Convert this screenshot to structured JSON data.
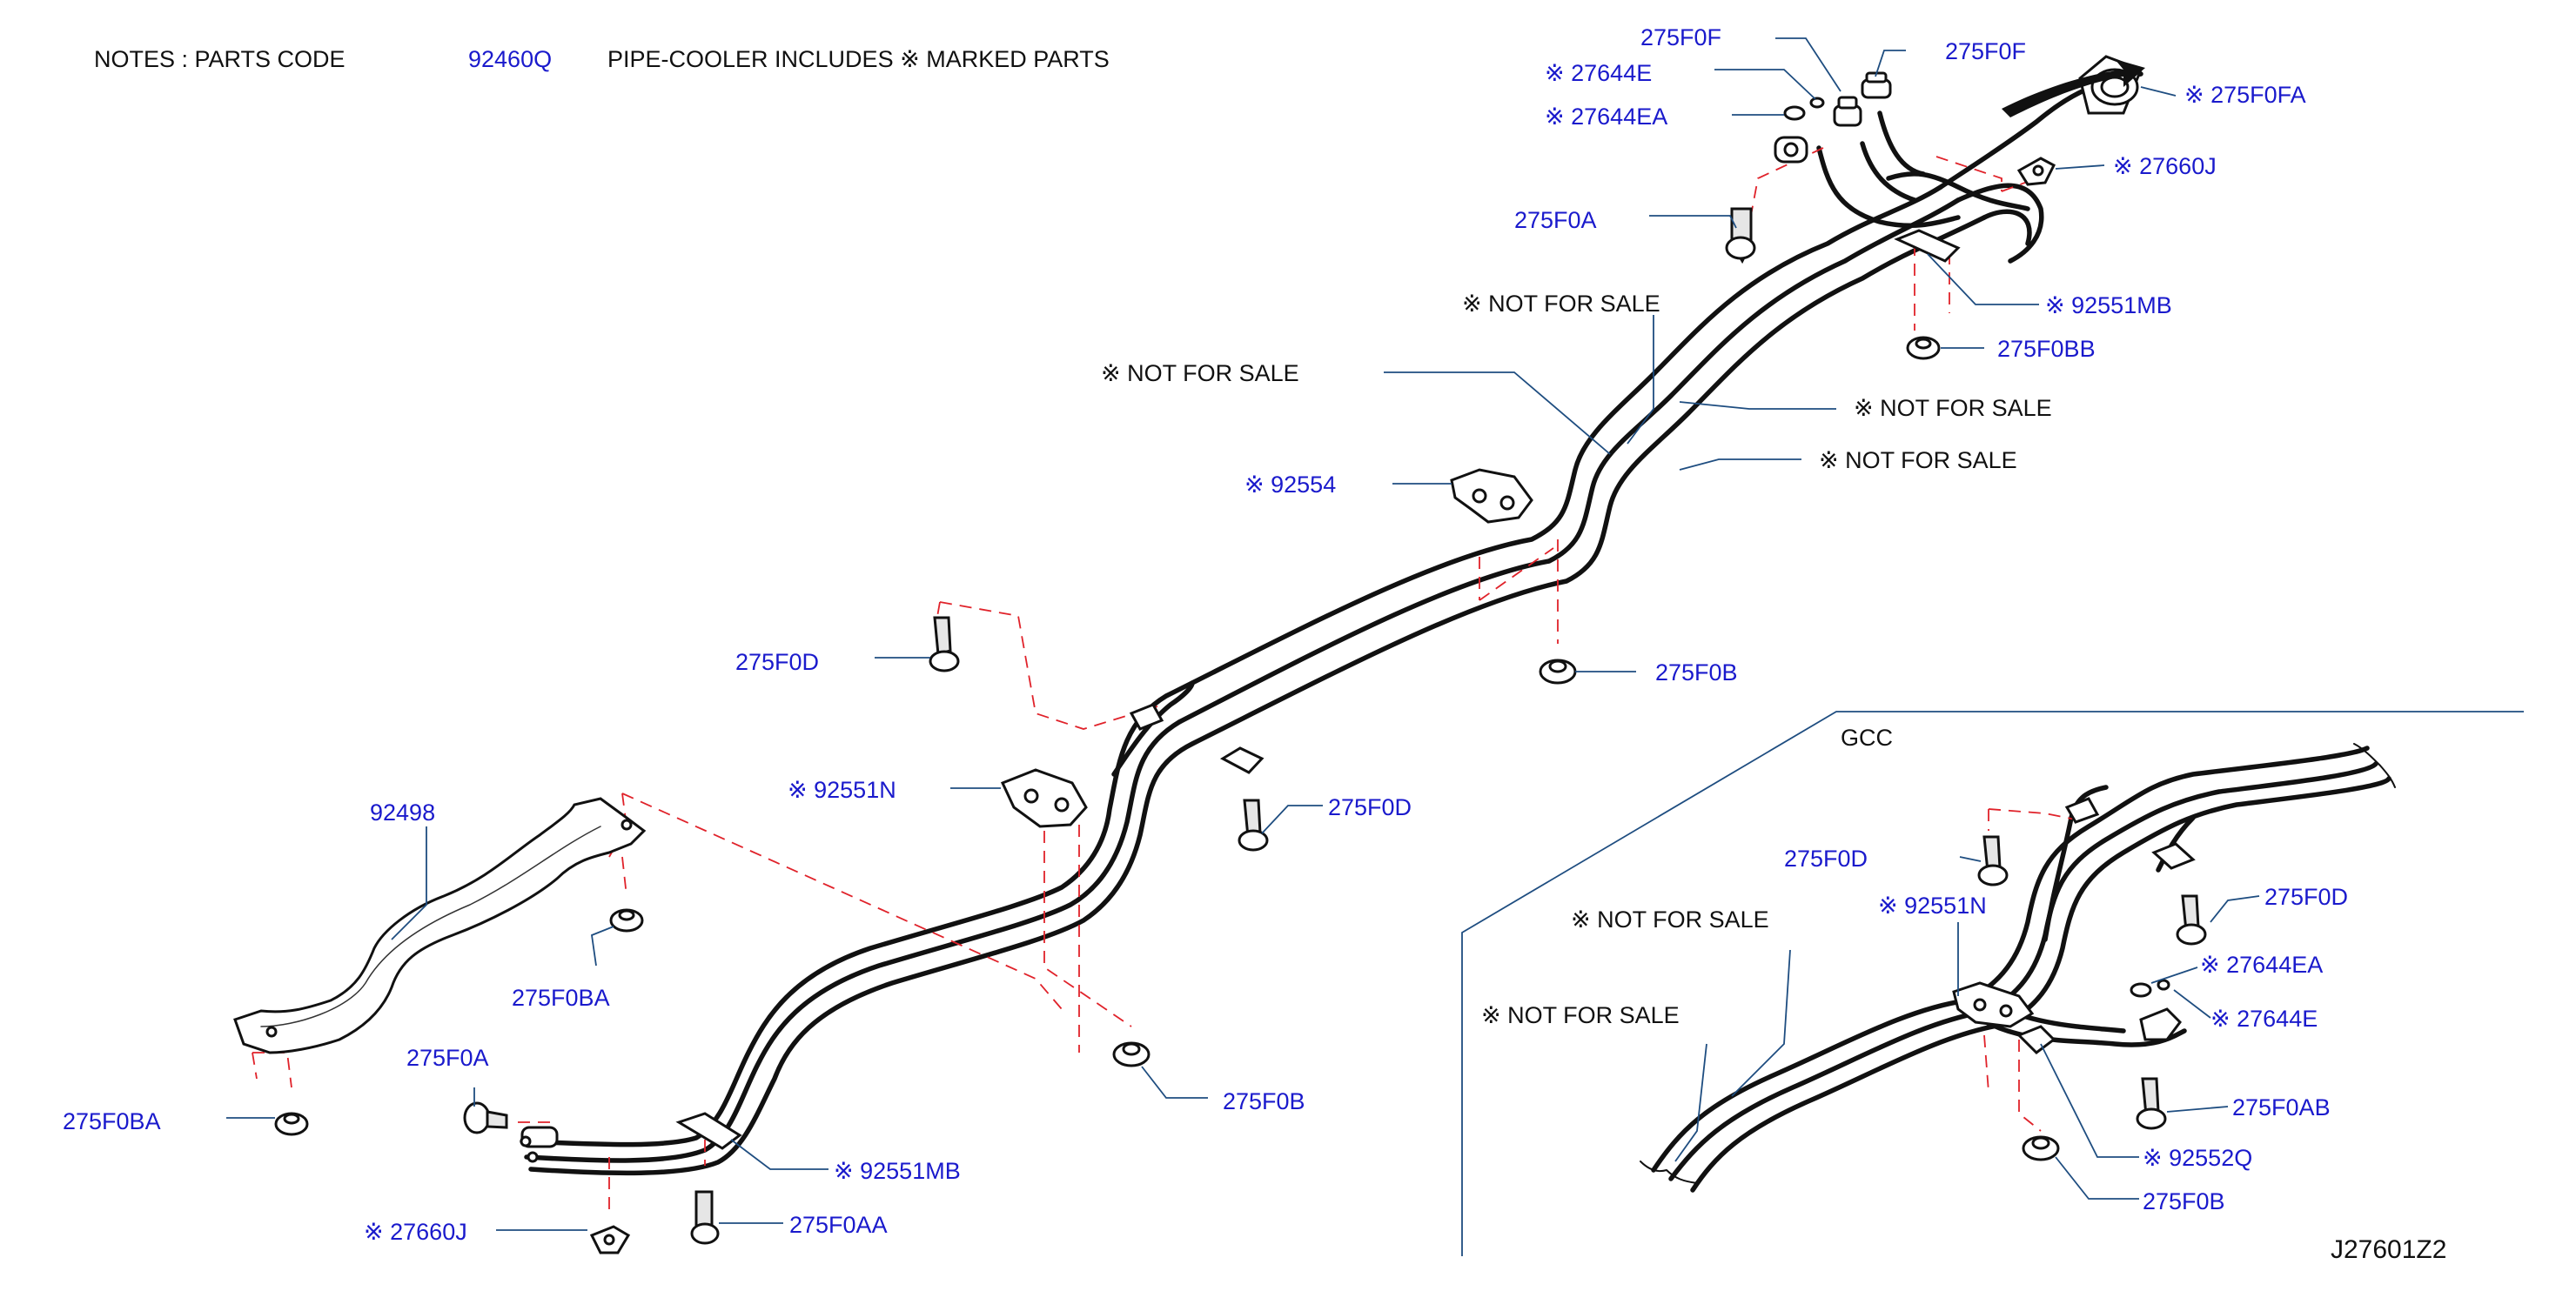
{
  "notes": {
    "prefix": "NOTES  :  PARTS  CODE",
    "code": "92460Q",
    "suffix": "PIPE-COOLER  INCLUDES  ※ MARKED  PARTS"
  },
  "labels": {
    "p275f0f_a": "275F0F",
    "p275f0f_b": "275F0F",
    "p27644e": "※  27644E",
    "p27644ea": "※  27644EA",
    "p275f0fa": "※  275F0FA",
    "p27660j_top": "※  27660J",
    "p275f0a_top": "275F0A",
    "nfs_1": "※  NOT   FOR   SALE",
    "nfs_2": "※  NOT   FOR   SALE",
    "nfs_3": "※  NOT   FOR   SALE",
    "nfs_4": "※  NOT   FOR   SALE",
    "p92551mb_top": "※  92551MB",
    "p275f0bb": "275F0BB",
    "p92554": "※  92554",
    "p275f0d_1": "275F0D",
    "p275f0b_1": "275F0B",
    "p275f0d_2": "275F0D",
    "p92551n": "※  92551N",
    "p92498": "92498",
    "p275f0ba_1": "275F0BA",
    "p275f0a_bot": "275F0A",
    "p275f0ba_2": "275F0BA",
    "p275f0b_2": "275F0B",
    "p92551mb_bot": "※  92551MB",
    "p27660j_bot": "※  27660J",
    "p275f0aa": "275F0AA",
    "gcc_title": "GCC",
    "gcc_275f0d_1": "275F0D",
    "gcc_nfs_1": "※  NOT   FOR   SALE",
    "gcc_92551n": "※  92551N",
    "gcc_275f0d_2": "275F0D",
    "gcc_27644ea": "※  27644EA",
    "gcc_nfs_2": "※  NOT   FOR   SALE",
    "gcc_27644e": "※  27644E",
    "gcc_275f0ab": "275F0AB",
    "gcc_92552q": "※  92552Q",
    "gcc_275f0b": "275F0B",
    "drawing_id": "J27601Z2"
  },
  "colors": {
    "part_label": "#1a1acc",
    "text": "#111111",
    "leader": "#1e4d80",
    "dashed_guide": "#e0222a"
  }
}
